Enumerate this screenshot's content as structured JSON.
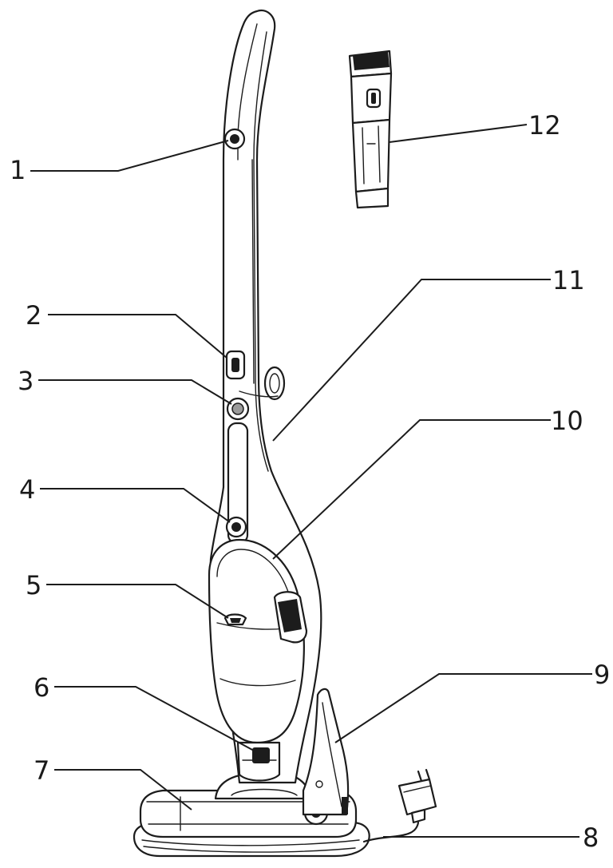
{
  "callouts": [
    {
      "id": "1",
      "label": "1"
    },
    {
      "id": "2",
      "label": "2"
    },
    {
      "id": "3",
      "label": "3"
    },
    {
      "id": "4",
      "label": "4"
    },
    {
      "id": "5",
      "label": "5"
    },
    {
      "id": "6",
      "label": "6"
    },
    {
      "id": "7",
      "label": "7"
    },
    {
      "id": "8",
      "label": "8"
    },
    {
      "id": "9",
      "label": "9"
    },
    {
      "id": "10",
      "label": "10"
    },
    {
      "id": "11",
      "label": "11"
    },
    {
      "id": "12",
      "label": "12"
    }
  ],
  "colors": {
    "line": "#1c1c1c",
    "background": "#ffffff",
    "accent_dark": "#1c1c1c"
  }
}
